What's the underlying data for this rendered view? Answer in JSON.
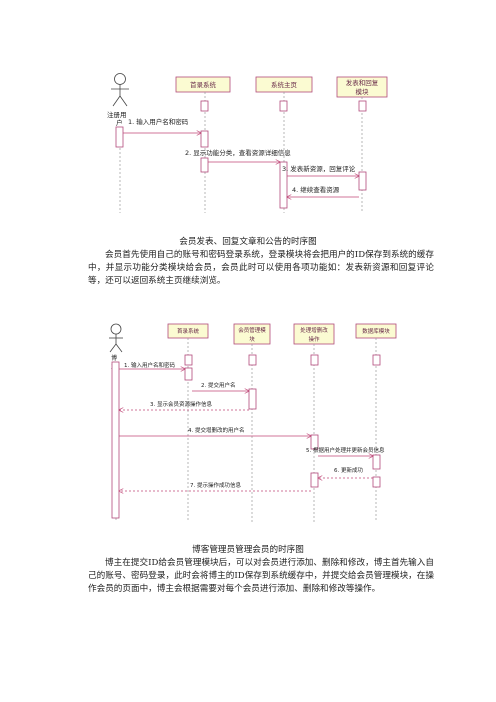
{
  "diagram1": {
    "actor_label": [
      "注册用",
      "户"
    ],
    "lifelines": [
      "首录系统",
      "系统主页",
      "发表和回复"
    ],
    "lifeline3_line2": "模块",
    "messages": [
      "1. 输入用户名和密码",
      "2. 显示功能分类，查看资源详细信息",
      "3. 发表新资源，回复评论",
      "4. 继续查看资源"
    ],
    "caption": "会员发表、回复文章和公告的时序图"
  },
  "paragraph1": "会员首先使用自己的账号和密码登录系统，登录模块将会把用户的ID保存到系统的缓存中，并显示功能分类模块给会员，会员此时可以使用各项功能如：发表新资源和回复评论等，还可以返回系统主页继续浏览。",
  "diagram2": {
    "actor_label": [
      "博",
      "主"
    ],
    "lifelines": [
      "首录系统",
      "会员管理模",
      "处理增删改",
      "数据库模块"
    ],
    "lifeline2_line2": "块",
    "lifeline3_line2": "操作",
    "messages": [
      "1. 输入用户名和密码",
      "2. 提交用户名",
      "3. 显示会员资源操作信息",
      "4. 提交增删改的用户名",
      "5. 根据用户处理并更新会员信息",
      "6. 更新成功",
      "7. 提示操作成功信息"
    ],
    "caption": "博客管理员管理会员的时序图"
  },
  "paragraph2": "博主在提交ID给会员管理模块后，可以对会员进行添加、删除和修改，博主首先输入自己的账号、密码登录，此时会将博主的ID保存到系统缓存中，并提交给会员管理模块，在操作会员的页面中，博主会根据需要对每个会员进行添加、删除和修改等操作。"
}
